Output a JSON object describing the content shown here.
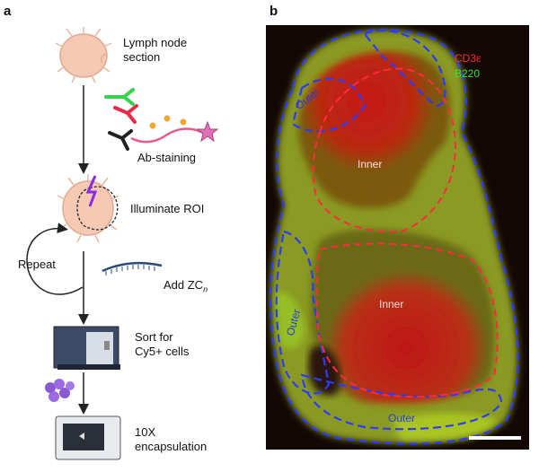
{
  "panel_a": {
    "label": "a",
    "steps": [
      {
        "line1": "Lymph node",
        "line2": "section"
      },
      {
        "line1": "Ab-staining"
      },
      {
        "line1": "Illuminate ROI"
      },
      {
        "line1": "Add ZC",
        "subscript": "n"
      },
      {
        "line1": "Sort for",
        "line2": "Cy5+ cells"
      },
      {
        "line1": "10X",
        "line2": "encapsulation"
      }
    ],
    "repeat_label": "Repeat"
  },
  "panel_b": {
    "label": "b",
    "legend": [
      {
        "text": "CD3ε",
        "color": "#ff2a2a"
      },
      {
        "text": "B220",
        "color": "#39e039"
      }
    ],
    "regions": [
      {
        "text": "Outer",
        "color": "#2a3ad8"
      },
      {
        "text": "Inner",
        "color": "#ffe0e0"
      },
      {
        "text": "Outer",
        "color": "#2a3ad8"
      },
      {
        "text": "Inner",
        "color": "#ffe0e0"
      },
      {
        "text": "Outer",
        "color": "#2a3ad8"
      }
    ],
    "boundary_color": "#2b3cff",
    "inner_boundary_color": "#ff2a40"
  }
}
